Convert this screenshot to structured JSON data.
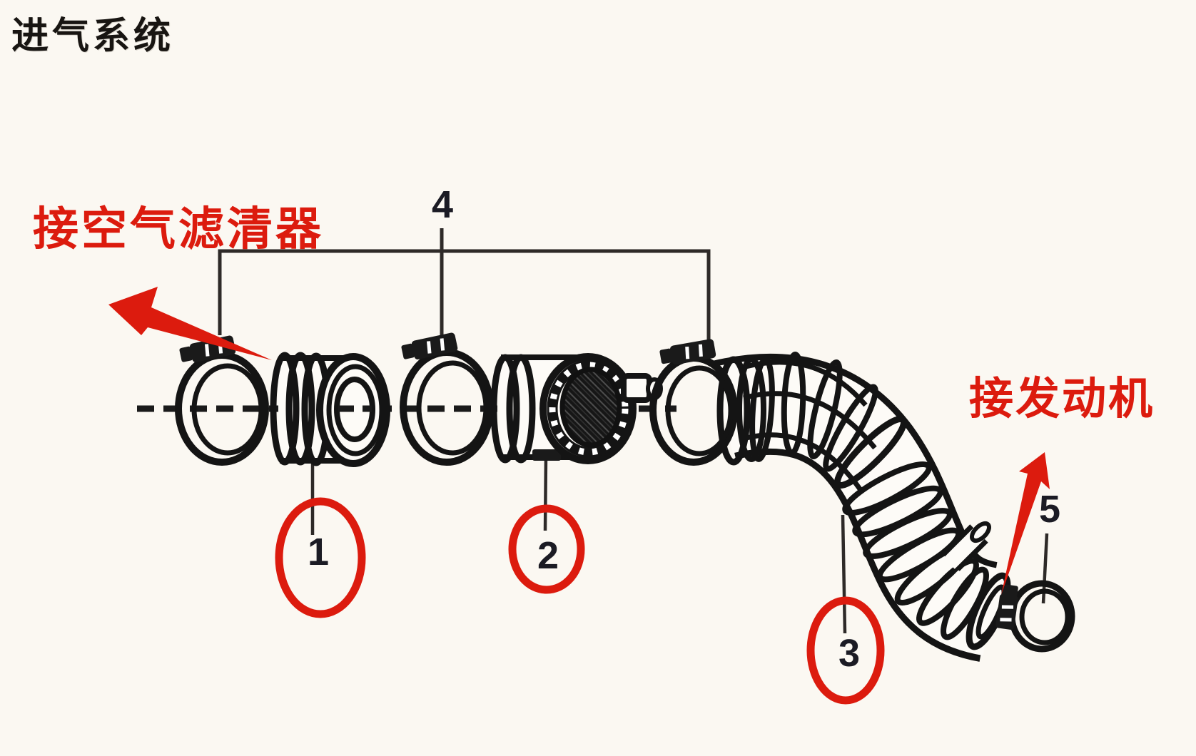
{
  "title": "进气系统",
  "annotations": {
    "to_air_filter": "接空气滤清器",
    "to_engine": "接发动机"
  },
  "callouts": {
    "n1": "1",
    "n2": "2",
    "n3": "3",
    "n4": "4",
    "n5": "5"
  },
  "diagram": {
    "type": "exploded parts line drawing",
    "circled_callouts": [
      "1",
      "2",
      "3"
    ],
    "plain_callouts": [
      "4",
      "5"
    ]
  },
  "colors": {
    "accent_red": "#dc1b0e",
    "ink": "#1c1c1c",
    "background": "#fbf8f2"
  }
}
